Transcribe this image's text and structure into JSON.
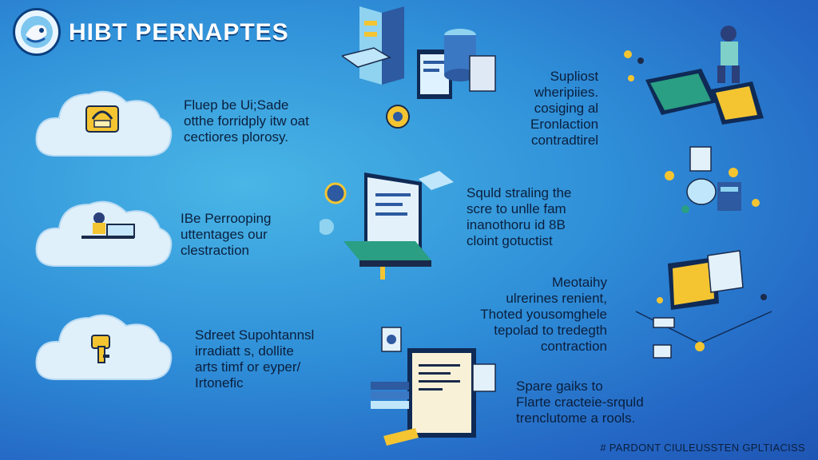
{
  "header": {
    "title": "HIBT PERNAPTES"
  },
  "left_items": [
    {
      "lines": [
        "Fluep be Ui;Sade",
        "otthe forridply itw oat",
        "cectiores plorosy."
      ]
    },
    {
      "lines": [
        "IBe Perrooping",
        "uttentages our",
        "clestraction"
      ]
    },
    {
      "lines": [
        "Sdreet Supohtannsl",
        "irradiatt s, dollite",
        "arts timf or eyper/",
        "Irtonefic"
      ]
    }
  ],
  "center_items": [
    {
      "lines": [
        "Squld straling the",
        "scre to unlle fam",
        "inanothoru id 8B",
        "cloint gotuctist"
      ]
    },
    {
      "lines": [
        "Spare gaiks to",
        "Flarte cracteie-srquld",
        "trenclutome a rools."
      ]
    }
  ],
  "right_items": [
    {
      "lines": [
        "Supliost",
        "wheripiies.",
        "cosiging al",
        "Eronlaction",
        "contradtirel"
      ]
    },
    {
      "lines": [
        "Meotaihy",
        "ulrerines renient,",
        "Thoted yousomghele",
        "tepolad to tredegth",
        "contraction"
      ]
    }
  ],
  "footer": {
    "text": "# PARDONT CIULEUSSTEN GPLTIACISS"
  },
  "colors": {
    "background_mid": "#2f8fd8",
    "cloud": "#dff0fb",
    "accent_yellow": "#f4c531",
    "dark_navy": "#0b1f3d"
  }
}
